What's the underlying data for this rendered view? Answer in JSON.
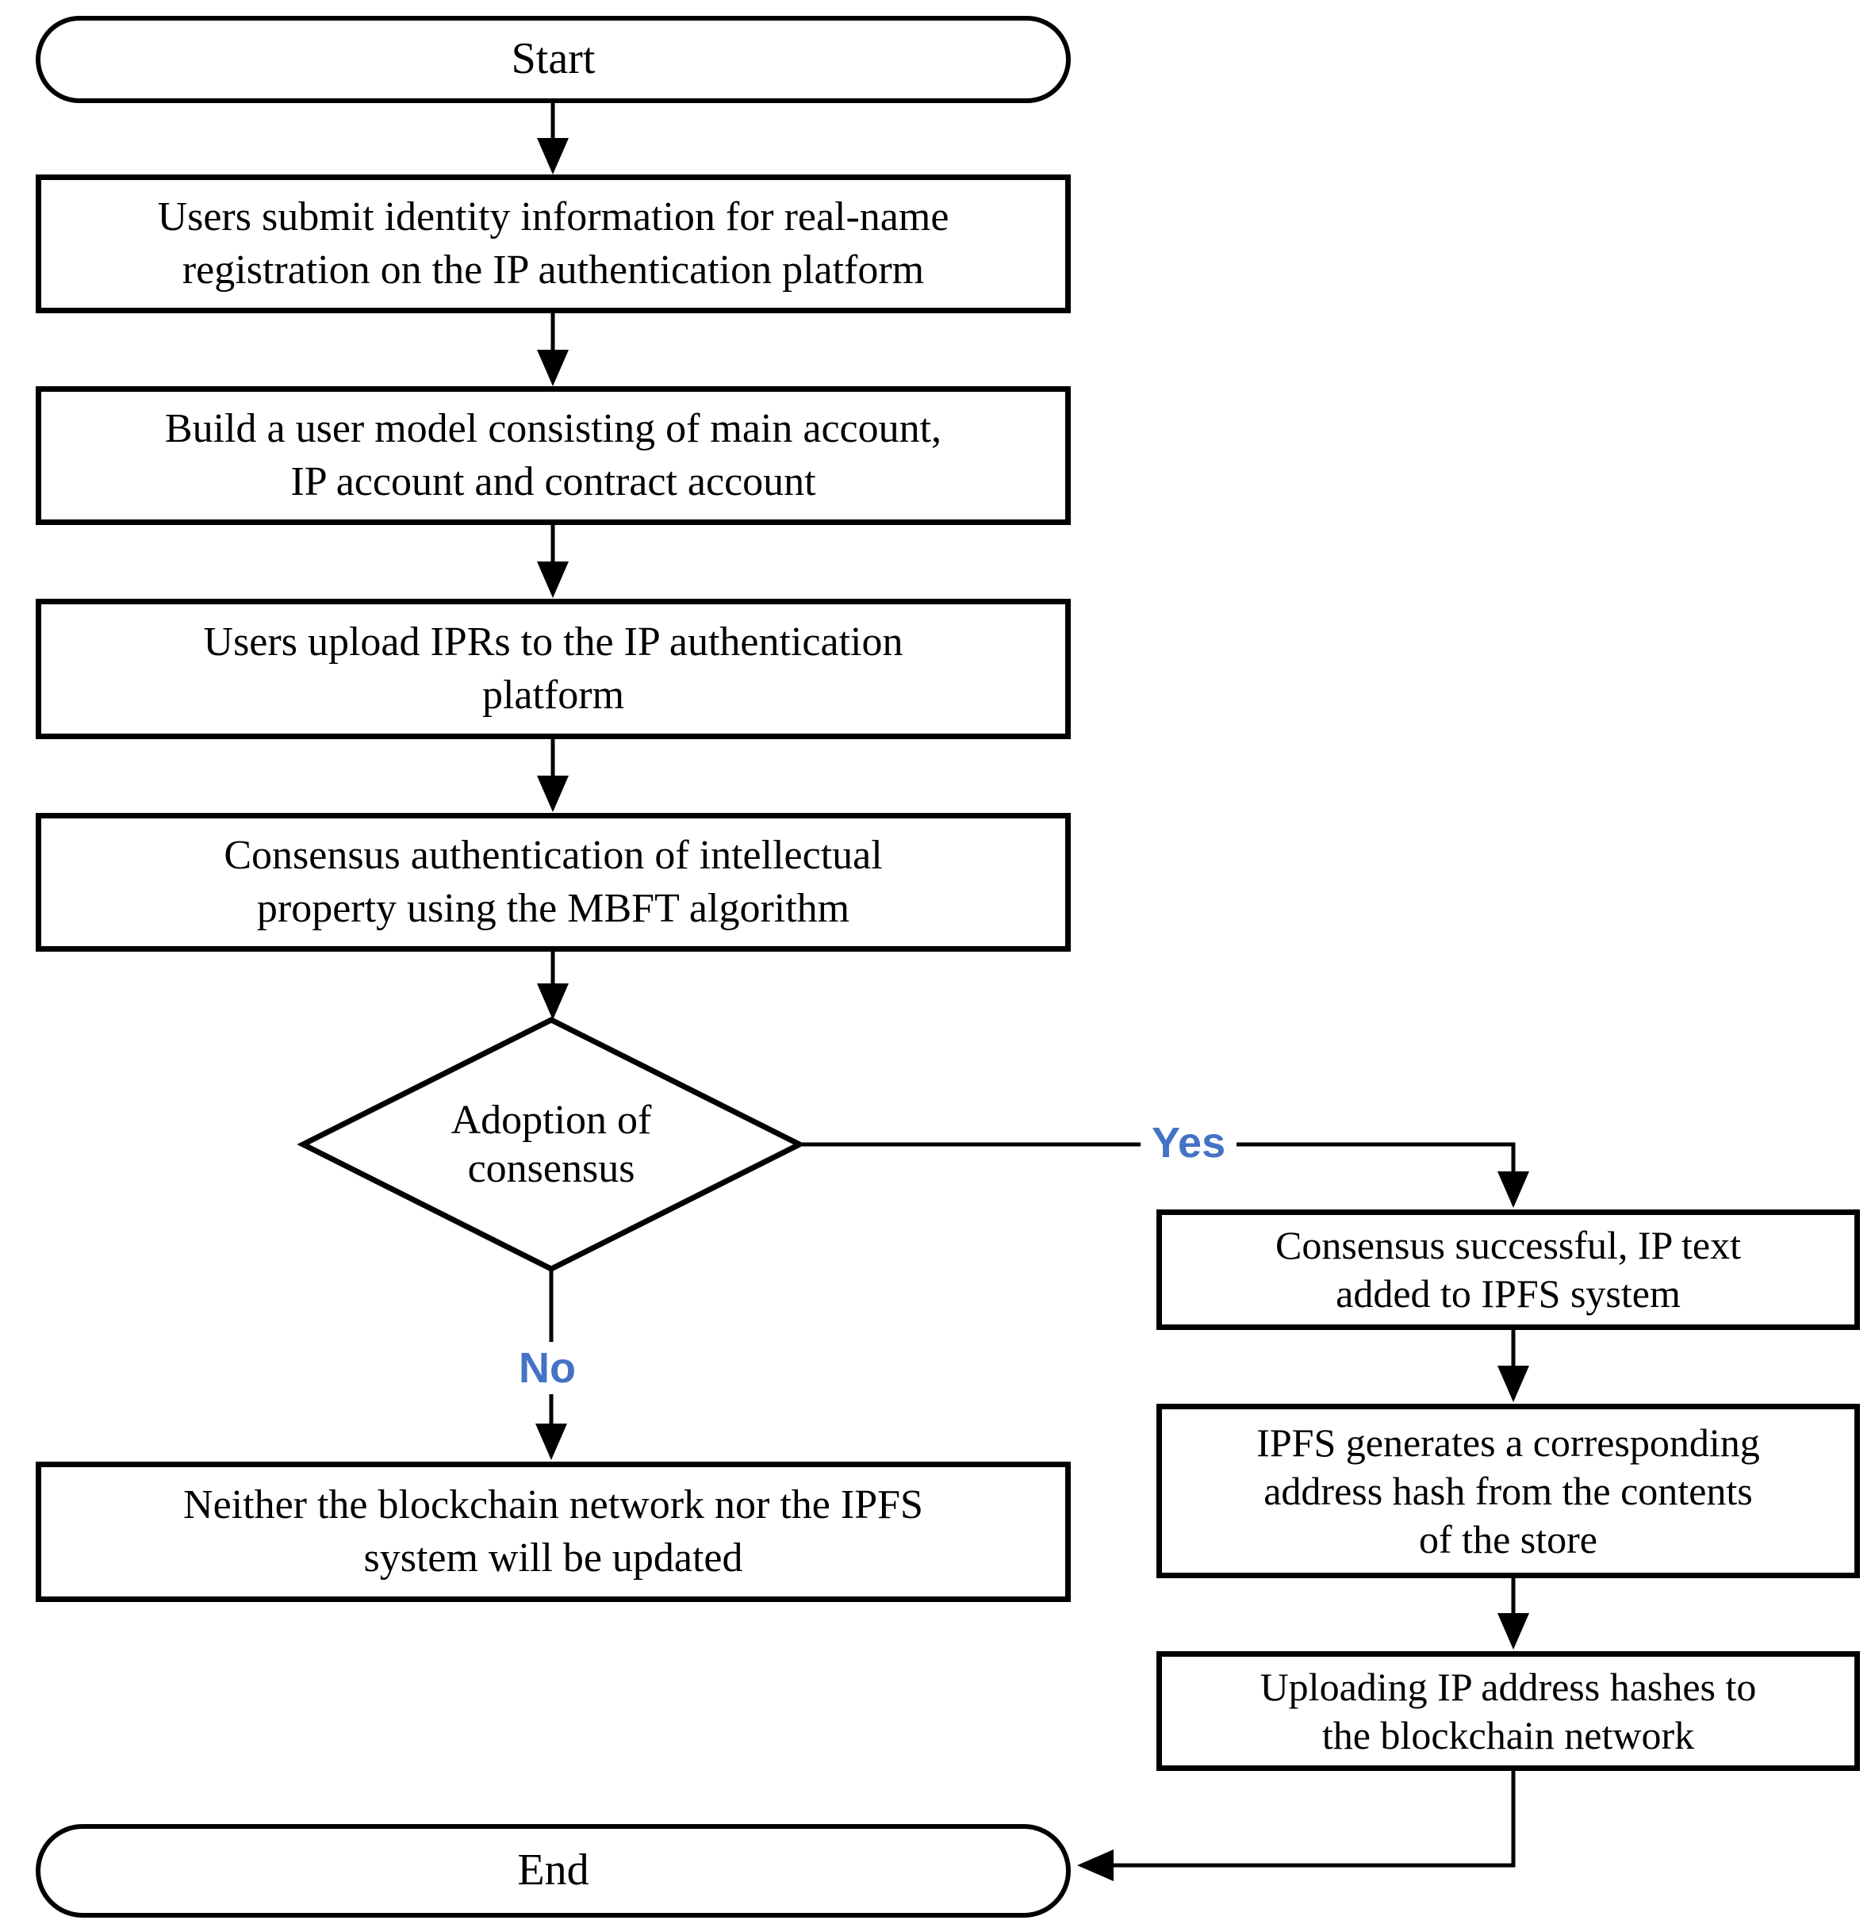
{
  "title": "IP authentication and IPFS blockchain flowchart",
  "colors": {
    "branch_label": "#4472C4",
    "shape_border": "#000000",
    "background": "#ffffff"
  },
  "nodes": {
    "start": {
      "label": "Start"
    },
    "submit_identity": {
      "line1": "Users submit identity information for real-name",
      "line2": "registration on the IP authentication platform"
    },
    "build_user_model": {
      "line1": "Build a user model consisting of main account,",
      "line2": "IP account and contract account"
    },
    "upload_iprs": {
      "line1": "Users upload IPRs to the IP authentication",
      "line2": "platform"
    },
    "consensus_auth": {
      "line1": "Consensus authentication of intellectual",
      "line2": "property using the MBFT algorithm"
    },
    "adoption_decision": {
      "line1": "Adoption of",
      "line2": "consensus"
    },
    "no_update": {
      "line1": "Neither the blockchain network nor the IPFS",
      "line2": "system will be updated"
    },
    "consensus_success": {
      "line1": "Consensus successful, IP text",
      "line2": "added to IPFS system"
    },
    "ipfs_hash": {
      "line1": "IPFS generates a corresponding",
      "line2": "address hash from the contents",
      "line3": "of the store"
    },
    "upload_hash": {
      "line1": "Uploading IP address hashes to",
      "line2": "the blockchain network"
    },
    "end": {
      "label": "End"
    }
  },
  "branches": {
    "yes_label": "Yes",
    "no_label": "No"
  }
}
